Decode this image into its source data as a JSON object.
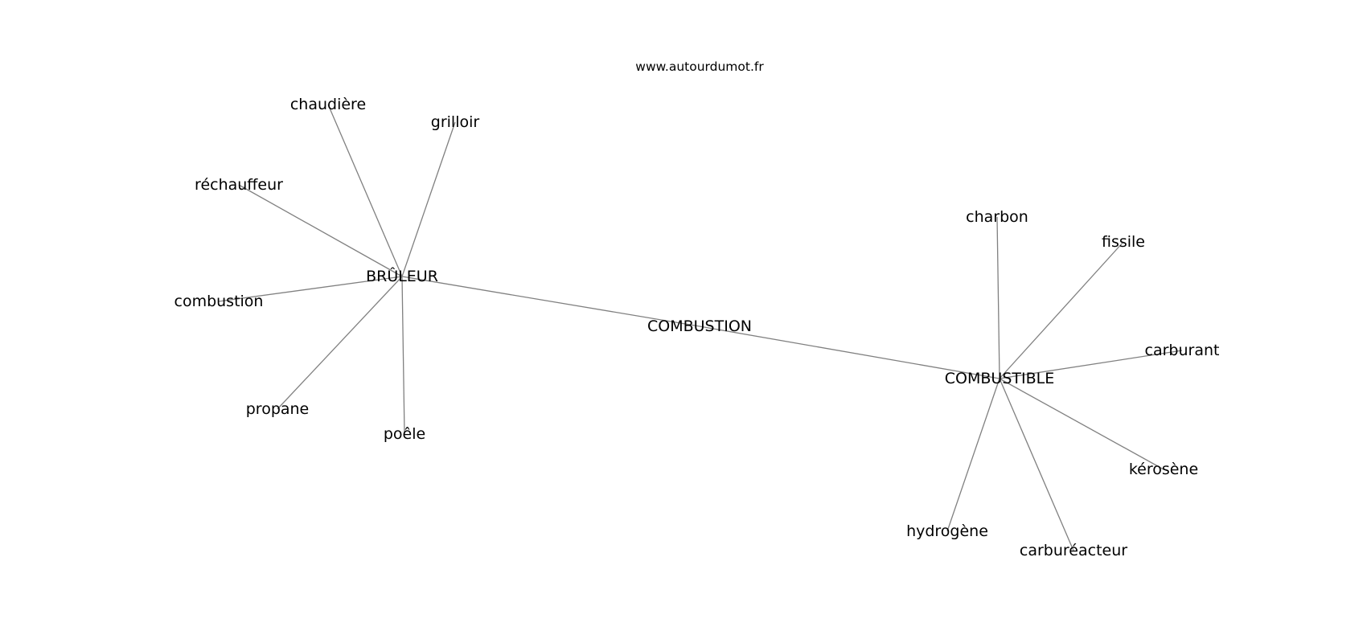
{
  "watermark": "www.autourdumot.fr",
  "nodes": {
    "combustion_center": "COMBUSTION",
    "bruleur": "BRÛLEUR",
    "combustible": "COMBUSTIBLE",
    "chaudiere": "chaudière",
    "grilloir": "grilloir",
    "rechauffeur": "réchauffeur",
    "combustion_leaf": "combustion",
    "propane": "propane",
    "poele": "poêle",
    "charbon": "charbon",
    "fissile": "fissile",
    "carburant": "carburant",
    "kerosene": "kérosène",
    "hydrogene": "hydrogène",
    "carbureacteur": "carburéacteur"
  },
  "edges": [
    [
      "combustion_center",
      "bruleur"
    ],
    [
      "combustion_center",
      "combustible"
    ],
    [
      "bruleur",
      "chaudiere"
    ],
    [
      "bruleur",
      "grilloir"
    ],
    [
      "bruleur",
      "rechauffeur"
    ],
    [
      "bruleur",
      "combustion_leaf"
    ],
    [
      "bruleur",
      "propane"
    ],
    [
      "bruleur",
      "poele"
    ],
    [
      "combustible",
      "charbon"
    ],
    [
      "combustible",
      "fissile"
    ],
    [
      "combustible",
      "carburant"
    ],
    [
      "combustible",
      "kerosene"
    ],
    [
      "combustible",
      "hydrogene"
    ],
    [
      "combustible",
      "carbureacteur"
    ]
  ]
}
